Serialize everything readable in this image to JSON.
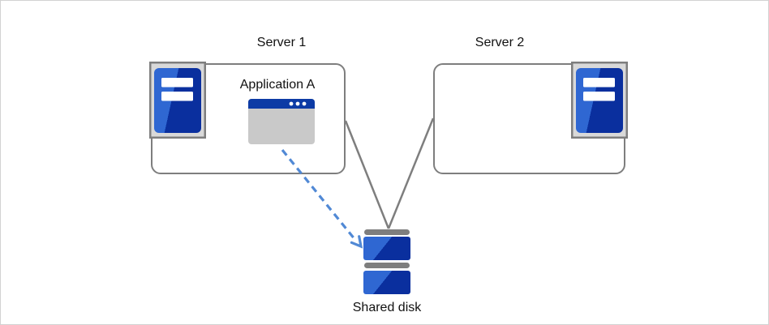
{
  "diagram": {
    "nodes": {
      "server1": {
        "label": "Server 1"
      },
      "server2": {
        "label": "Server 2"
      },
      "application": {
        "label": "Application A"
      },
      "shared_disk": {
        "label": "Shared disk"
      }
    },
    "icons": {
      "server1": "server-tower-icon",
      "server2": "server-tower-icon",
      "application": "application-window-icon",
      "shared_disk": "disk-stack-icon"
    },
    "connections": [
      {
        "from": "server1",
        "to": "shared_disk",
        "style": "solid-gray-line"
      },
      {
        "from": "server2",
        "to": "shared_disk",
        "style": "solid-gray-line"
      },
      {
        "from": "application",
        "to": "shared_disk",
        "style": "dashed-blue-arrow"
      }
    ],
    "colors": {
      "outline_gray": "#7e7e7e",
      "icon_frame_bg": "#d9d9d9",
      "blue_light": "#2f67d2",
      "blue_dark": "#0a2f9e",
      "titlebar_blue": "#0d3ba5",
      "window_body_gray": "#c9c9c9",
      "arrow_blue": "#5189d5",
      "page_border": "#d2d2d2",
      "text": "#111111"
    }
  }
}
